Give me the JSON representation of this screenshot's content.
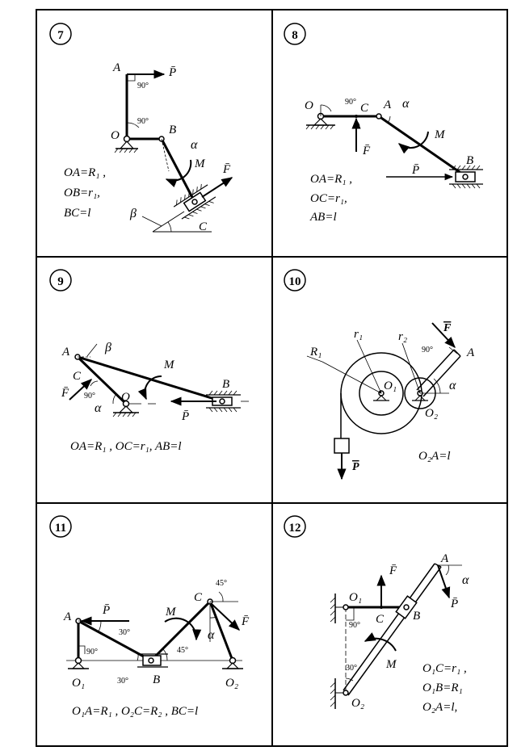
{
  "panels": [
    {
      "number": "7",
      "formulas": [
        "OA=R₁ ,",
        "OB=r₁,",
        "BC=l"
      ],
      "labels": {
        "A": "A",
        "O": "O",
        "B": "B",
        "C": "C",
        "P": "P̄",
        "F": "F̄",
        "M": "M",
        "alpha": "α",
        "beta": "β",
        "ang1": "90°",
        "ang2": "90°"
      }
    },
    {
      "number": "8",
      "formulas": [
        "OA=R₁ ,",
        "OC=r₁,",
        "AB=l"
      ],
      "labels": {
        "O": "O",
        "C": "C",
        "A": "A",
        "B": "B",
        "F": "F̄",
        "P": "P̄",
        "M": "M",
        "alpha": "α",
        "ang": "90°"
      }
    },
    {
      "number": "9",
      "formulas": [
        "OA=R₁ ,  OC=r₁,  AB=l"
      ],
      "labels": {
        "A": "A",
        "C": "C",
        "O": "O",
        "B": "B",
        "F": "F̄",
        "P": "P̄",
        "M": "M",
        "alpha": "α",
        "beta": "β",
        "ang": "90°"
      }
    },
    {
      "number": "10",
      "formulas": [
        "O₂A=l"
      ],
      "labels": {
        "R1": "R₁",
        "r1": "r₁",
        "r2": "r₂",
        "O1": "O₁",
        "O2": "O₂",
        "A": "A",
        "F": "F",
        "P": "P",
        "alpha": "α",
        "ang": "90°"
      }
    },
    {
      "number": "11",
      "formulas": [
        "O₁A=R₁ ,  O₂C=R₂ ,  BC=l"
      ],
      "labels": {
        "A": "A",
        "B": "B",
        "C": "C",
        "O1": "O₁",
        "O2": "O₂",
        "P": "P̄",
        "F": "F̄",
        "M": "M",
        "alpha": "α",
        "a30a": "30°",
        "a30b": "30°",
        "a90": "90°",
        "a45a": "45°",
        "a45b": "45°"
      }
    },
    {
      "number": "12",
      "formulas": [
        "O₁C=r₁ ,",
        "O₁B=R₁",
        "O₂A=l,"
      ],
      "labels": {
        "O1": "O₁",
        "O2": "O₂",
        "C": "C",
        "B": "B",
        "A": "A",
        "F": "F̄",
        "P": "P̄",
        "M": "M",
        "alpha": "α",
        "a90": "90°",
        "a30": "30°"
      }
    }
  ]
}
